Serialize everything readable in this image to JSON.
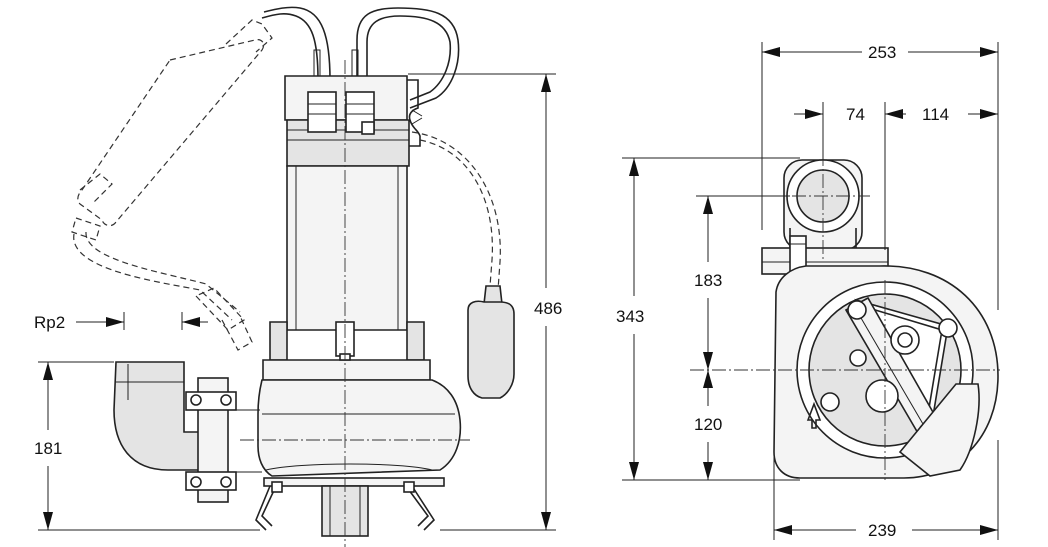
{
  "dimensions": {
    "rp2": "Rp2",
    "h181": "181",
    "h486": "486",
    "w253": "253",
    "w74": "74",
    "w114": "114",
    "h343": "343",
    "h183": "183",
    "h120": "120",
    "w239": "239"
  }
}
